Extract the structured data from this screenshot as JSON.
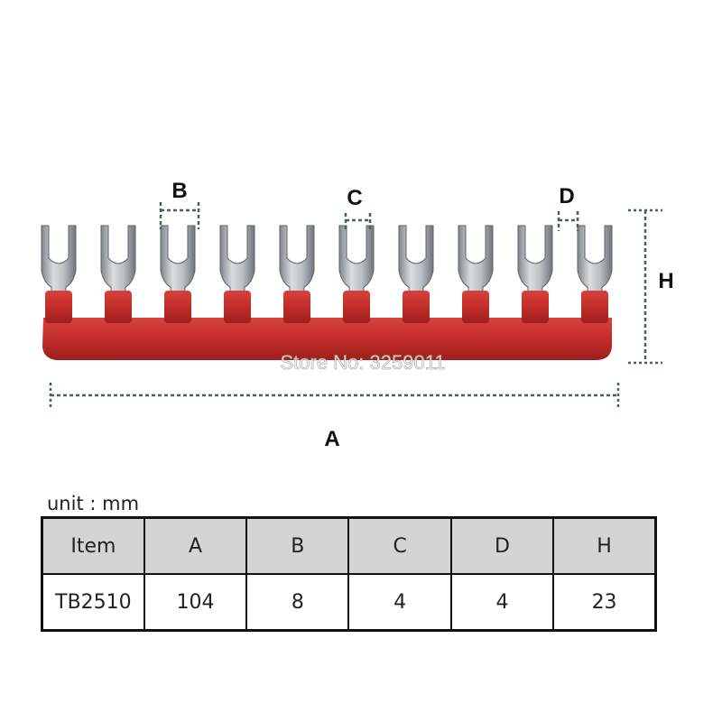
{
  "product": {
    "image_name": "red-terminal-jumper-bar",
    "prong_count": 10,
    "insulator_color": "#c8302c",
    "prong_color": "#a8aeb3",
    "dimension_line_color": "#3b6b45"
  },
  "dimensions": {
    "a_label": "A",
    "b_label": "B",
    "c_label": "C",
    "d_label": "D",
    "h_label": "H"
  },
  "watermark": "Store No: 3259011",
  "unit_text": "unit : mm",
  "table": {
    "headers": [
      "Item",
      "A",
      "B",
      "C",
      "D",
      "H"
    ],
    "rows": [
      [
        "TB2510",
        "104",
        "8",
        "4",
        "4",
        "23"
      ]
    ]
  }
}
